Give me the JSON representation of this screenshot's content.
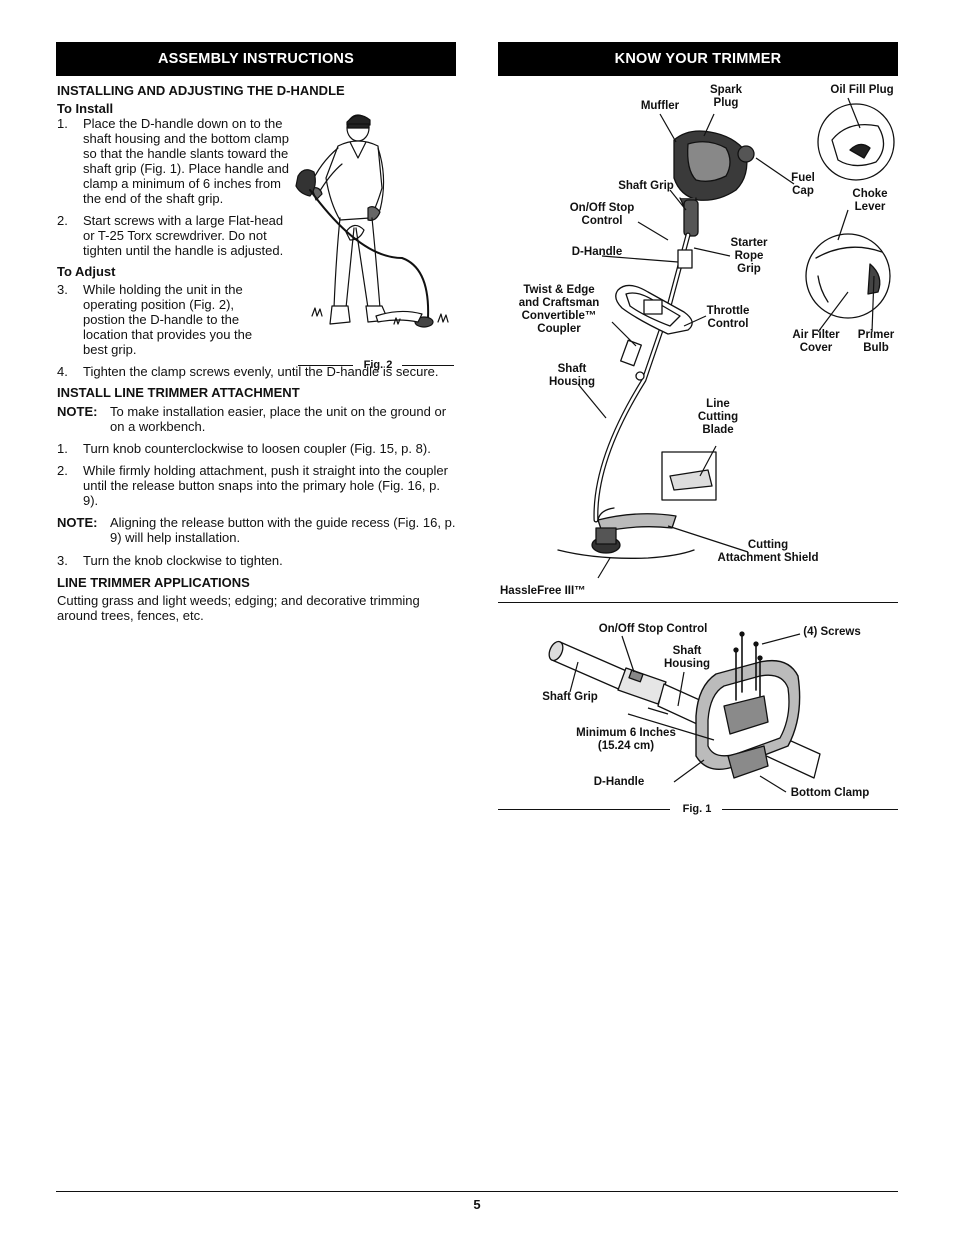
{
  "banners": {
    "left": "ASSEMBLY INSTRUCTIONS",
    "right": "KNOW YOUR TRIMMER"
  },
  "assembly": {
    "dhandle_heading": "INSTALLING AND ADJUSTING THE D-HANDLE",
    "to_install": "To Install",
    "install_steps": [
      {
        "num": "1.",
        "text": "Place the D-handle down on to the shaft housing and the bottom clamp so that the handle slants toward the shaft grip (Fig. 1). Place handle and clamp a minimum of 6 inches from the end of the shaft grip."
      },
      {
        "num": "2.",
        "text": "Start screws with a large Flat-head or T-25 Torx screwdriver. Do not tighten until the handle is adjusted."
      }
    ],
    "to_adjust": "To Adjust",
    "adjust_steps": [
      {
        "num": "3.",
        "text": "While holding the unit in the operating position (Fig. 2), postion the D-handle to the location that provides you the best grip."
      },
      {
        "num": "4.",
        "text": "Tighten the clamp screws evenly, until the D-handle is secure."
      }
    ],
    "fig2_caption": "Fig. 2",
    "line_heading": "INSTALL LINE TRIMMER ATTACHMENT",
    "note_label": "NOTE:",
    "note1": "To make installation easier, place the unit on the ground or on a workbench.",
    "line_steps": [
      {
        "num": "1.",
        "text": "Turn knob counterclockwise to loosen coupler (Fig. 15, p. 8)."
      },
      {
        "num": "2.",
        "text": "While firmly holding attachment, push it straight into the coupler until the release button snaps into the primary hole (Fig. 16, p. 9)."
      }
    ],
    "note2": "Aligning the release button with the guide recess (Fig. 16, p. 9) will help installation.",
    "line_step3": {
      "num": "3.",
      "text": "Turn the knob clockwise to tighten."
    },
    "applications_heading": "LINE TRIMMER APPLICATIONS",
    "applications_text": "Cutting grass and light weeds; edging; and decorative trimming around trees, fences, etc."
  },
  "trimmer_labels": {
    "muffler": "Muffler",
    "spark_plug": "Spark\nPlug",
    "oil_fill_plug": "Oil Fill Plug",
    "fuel_cap": "Fuel\nCap",
    "choke_lever": "Choke\nLever",
    "shaft_grip": "Shaft Grip",
    "onoff_stop_control": "On/Off Stop\nControl",
    "d_handle": "D-Handle",
    "starter_rope_grip": "Starter\nRope\nGrip",
    "twist_edge": "Twist & Edge\nand Craftsman\nConvertible™\nCoupler",
    "throttle_control": "Throttle\nControl",
    "air_filter_cover": "Air Filter\nCover",
    "primer_bulb": "Primer\nBulb",
    "shaft_housing": "Shaft\nHousing",
    "line_cutting_blade": "Line\nCutting\nBlade",
    "cutting_attachment_shield": "Cutting\nAttachment Shield",
    "hasslefree": "HassleFree III™"
  },
  "fig1": {
    "onoff_stop_control": "On/Off Stop Control",
    "screws": "(4) Screws",
    "shaft_housing": "Shaft\nHousing",
    "shaft_grip": "Shaft Grip",
    "minimum": "Minimum 6 Inches\n(15.24 cm)",
    "d_handle": "D-Handle",
    "bottom_clamp": "Bottom Clamp",
    "caption": "Fig. 1"
  },
  "page_number": "5"
}
